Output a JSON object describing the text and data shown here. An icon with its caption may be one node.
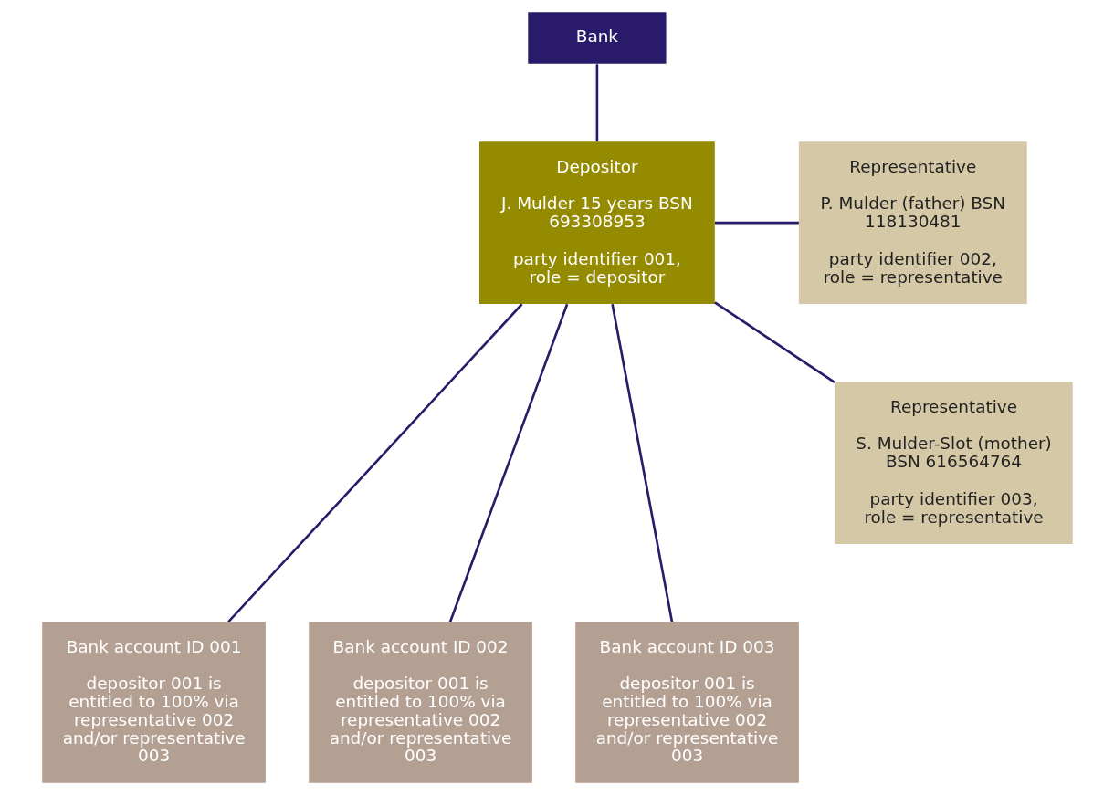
{
  "diagram": {
    "nodes": [
      {
        "text": [
          "Bank"
        ]
      },
      {
        "text": [
          "Depositor",
          "J. Mulder 15 years BSN 693308953",
          "party identifier 001, role = depositor"
        ]
      },
      {
        "text": [
          "Representative",
          "P. Mulder (father) BSN 118130481",
          "party identifier 002, role = representative"
        ]
      },
      {
        "text": [
          "Representative",
          "S. Mulder-Slot (mother) BSN 616564764",
          "party identifier 003, role = representative"
        ]
      },
      {
        "text": [
          "Bank account ID 001",
          "depositor 001 is entitled to 100% via representative 002 and/or representative 003"
        ]
      },
      {
        "text": [
          "Bank account ID 002",
          "depositor 001 is entitled to 100% via representative 002 and/or representative 003"
        ]
      },
      {
        "text": [
          "Bank account ID 003",
          "depositor 001 is entitled to 100% via representative 002 and/or representative 003"
        ]
      }
    ],
    "edges": [
      {
        "from": 0,
        "to": 1,
        "arrow": "none"
      },
      {
        "from": 1,
        "to": 2,
        "arrow": "none"
      },
      {
        "from": 1,
        "to": 3,
        "arrow": "none"
      },
      {
        "from": 1,
        "to": 4,
        "arrow": "none"
      },
      {
        "from": 1,
        "to": 5,
        "arrow": "none"
      },
      {
        "from": 1,
        "to": 6,
        "arrow": "none"
      }
    ]
  }
}
